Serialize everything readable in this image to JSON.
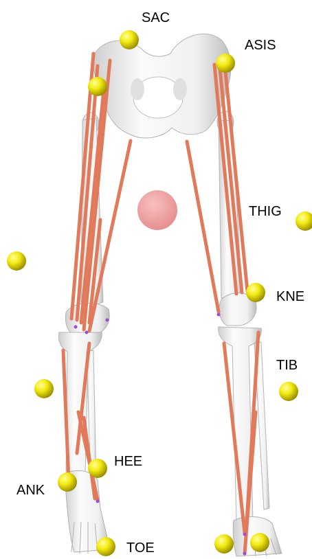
{
  "markers": {
    "sac": "SAC",
    "asis": "ASIS",
    "thig": "THIG",
    "kne": "KNE",
    "tib": "TIB",
    "hee": "HEE",
    "ank": "ANK",
    "toe": "TOE"
  },
  "colors": {
    "background": "#ffffff",
    "bone": "#f1f1f1",
    "bone_shade": "#c9c9c9",
    "muscle": "#e07a5a",
    "marker": "#e8e000",
    "center_of_mass": "#f08c8c"
  }
}
